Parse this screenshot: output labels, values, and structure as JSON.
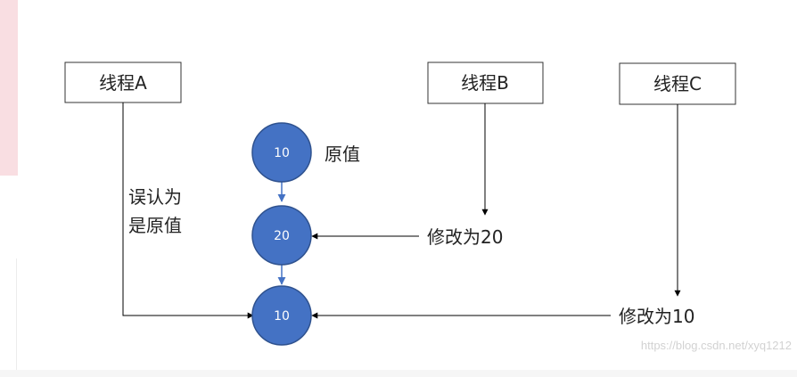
{
  "threads": {
    "a": "线程A",
    "b": "线程B",
    "c": "线程C"
  },
  "nodes": {
    "top": "10",
    "middle": "20",
    "bottom": "10"
  },
  "labels": {
    "original": "原值",
    "mistaken_line1": "误认为",
    "mistaken_line2": "是原值",
    "modify_to_20": "修改为20",
    "modify_to_10": "修改为10"
  },
  "watermark": "https://blog.csdn.net/xyq1212",
  "colors": {
    "node_fill": "#4472c4",
    "node_stroke": "#2f528f",
    "node_arrow": "#4472c4",
    "line": "#000000",
    "accent_strip": "#f9dee2"
  }
}
